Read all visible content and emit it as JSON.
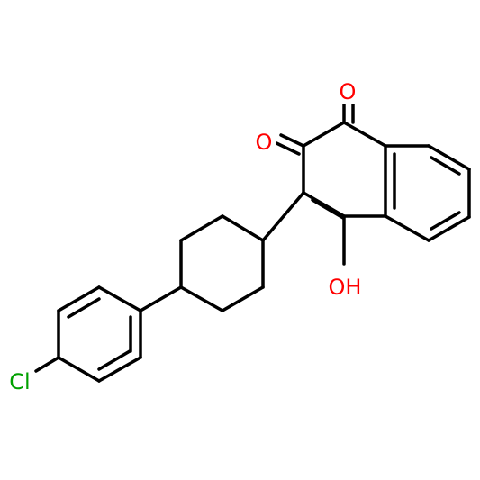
{
  "molecule": {
    "colors": {
      "bond": "#000000",
      "oxygen": "#ff0000",
      "chlorine": "#00a000",
      "background": "#ffffff"
    },
    "labels": {
      "carbonyl_o1": "O",
      "carbonyl_o2": "O",
      "hydroxyl": "OH",
      "chlorine": "Cl"
    }
  }
}
